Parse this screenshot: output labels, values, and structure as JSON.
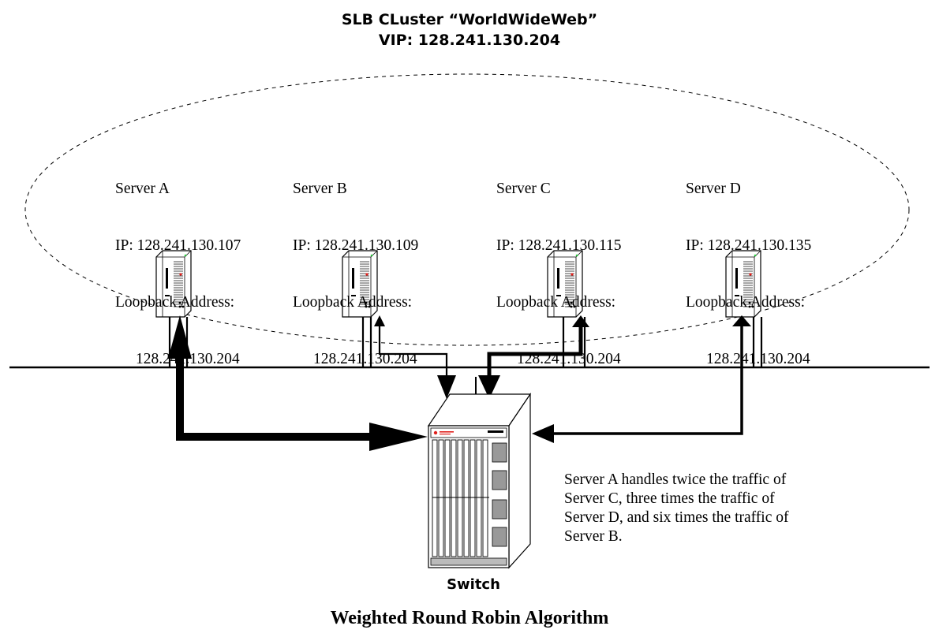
{
  "cluster": {
    "title": "SLB CLuster “WorldWideWeb”",
    "vip": "VIP: 128.241.130.204"
  },
  "servers": [
    {
      "name": "Server A",
      "ip": "IP: 128.241.130.107",
      "loopback_label": "Loopback Address:",
      "loopback": "128.241.130.204"
    },
    {
      "name": "Server B",
      "ip": "IP: 128.241.130.109",
      "loopback_label": "Loopback Address:",
      "loopback": "128.241.130.204"
    },
    {
      "name": "Server C",
      "ip": "IP: 128.241.130.115",
      "loopback_label": "Loopback Address:",
      "loopback": "128.241.130.204"
    },
    {
      "name": "Server D",
      "ip": "IP: 128.241.130.135",
      "loopback_label": "Loopback Address:",
      "loopback": "128.241.130.204"
    }
  ],
  "note": "Server A handles twice the traffic of Server C, three times the traffic of Server D, and six times the traffic of Server B.",
  "switch_label": "Switch",
  "caption": "Weighted Round Robin Algorithm",
  "colors": {
    "line": "#000000",
    "background": "#ffffff",
    "led_green": "#2ecc40",
    "led_red": "#e0201c"
  }
}
